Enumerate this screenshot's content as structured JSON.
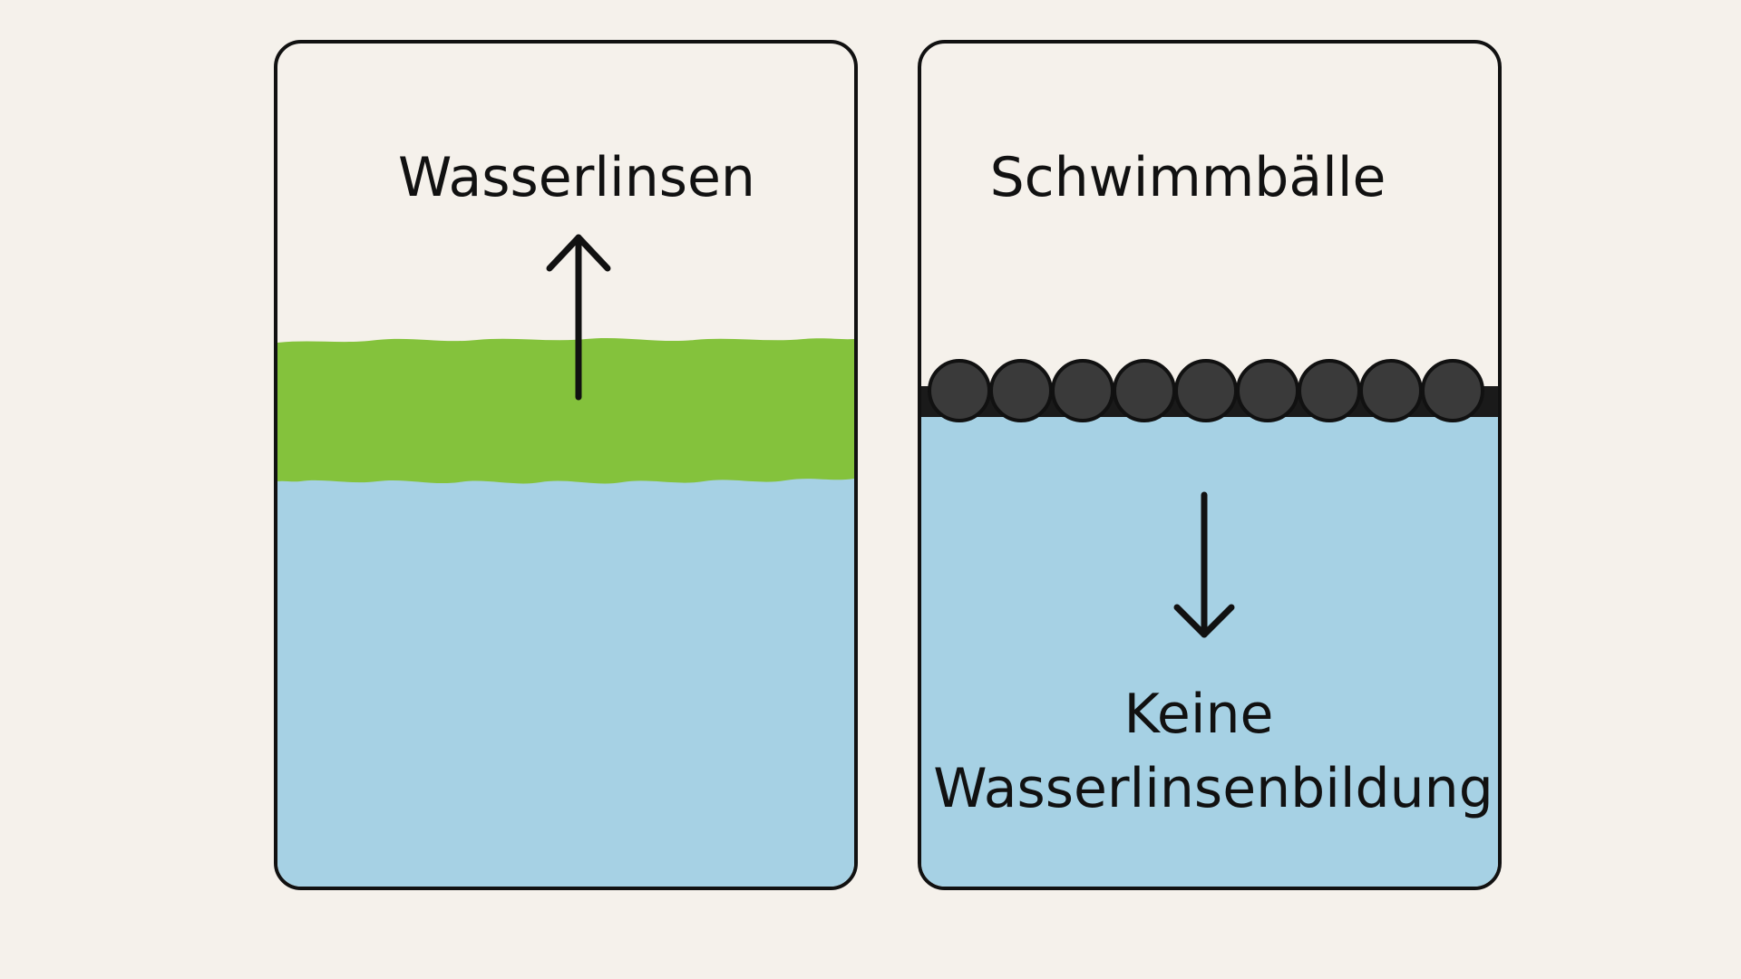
{
  "panels": [
    {
      "title": "Wasserlinsen",
      "arrow_direction": "up",
      "surface_layer": "duckweed"
    },
    {
      "title": "Schwimmbälle",
      "arrow_direction": "down",
      "surface_layer": "floating-balls",
      "caption_line1": "Keine",
      "caption_line2": "Wasserlinsenbildung"
    }
  ],
  "colors": {
    "background": "#f5f1eb",
    "water": "#a6d1e4",
    "duckweed": "#84c23c",
    "ball": "#3a3a3a",
    "outline": "#111111"
  }
}
